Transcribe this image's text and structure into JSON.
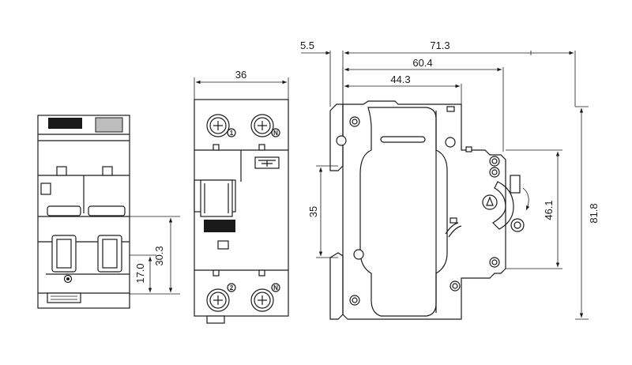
{
  "dimensions": {
    "front_width": "36",
    "side_offset": "5.5",
    "side_total_depth": "71.3",
    "side_depth_mid": "60.4",
    "side_depth_front": "44.3",
    "side_rail_height": "35",
    "side_face_height": "46.1",
    "side_total_height": "81.8",
    "left_height_upper": "30.3",
    "left_height_lower": "17.0"
  },
  "terminals": {
    "top_left": "1",
    "top_right": "N",
    "bottom_left": "2",
    "bottom_right": "N"
  }
}
